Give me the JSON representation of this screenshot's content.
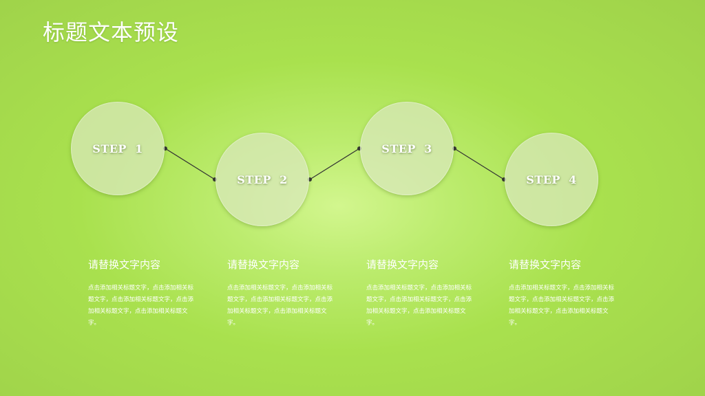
{
  "title": "标题文本预设",
  "steps": [
    {
      "label": "STEP  1",
      "heading": "请替换文字内容",
      "body": "点击添加相关标题文字，点击添加相关标题文字，点击添加相关标题文字，点击添加相关标题文字，点击添加相关标题文字。"
    },
    {
      "label": "STEP  2",
      "heading": "请替换文字内容",
      "body": "点击添加相关标题文字，点击添加相关标题文字，点击添加相关标题文字，点击添加相关标题文字，点击添加相关标题文字。"
    },
    {
      "label": "STEP  3",
      "heading": "请替换文字内容",
      "body": "点击添加相关标题文字，点击添加相关标题文字，点击添加相关标题文字，点击添加相关标题文字，点击添加相关标题文字。"
    },
    {
      "label": "STEP  4",
      "heading": "请替换文字内容",
      "body": "点击添加相关标题文字，点击添加相关标题文字，点击添加相关标题文字，点击添加相关标题文字，点击添加相关标题文字。"
    }
  ]
}
